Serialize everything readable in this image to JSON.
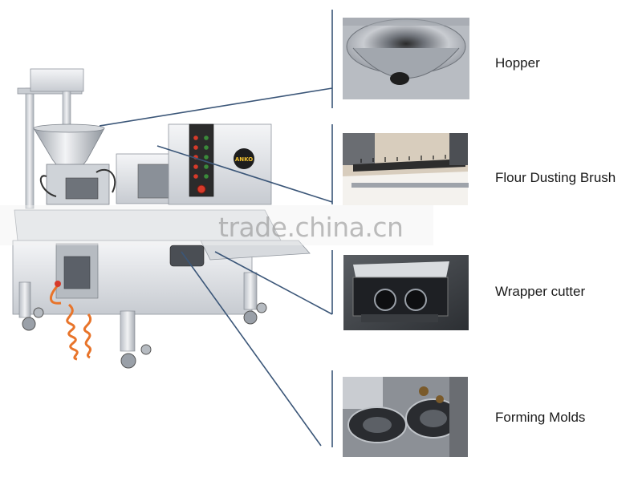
{
  "labels": {
    "hopper": "Hopper",
    "flour_dusting_brush": "Flour Dusting Brush",
    "wrapper_cutter": "Wrapper cutter",
    "forming_molds": "Forming Molds"
  },
  "control_panel_brand": "ANKO",
  "watermark": "trade.china.cn",
  "colors": {
    "leader_line": "#3b5678",
    "steel_light": "#e9ebee",
    "steel_mid": "#c4c8ce",
    "steel_dark": "#7d838b",
    "panel_dark": "#2b2b2b",
    "button_red": "#d63a2a",
    "hose_orange": "#e8742a"
  }
}
